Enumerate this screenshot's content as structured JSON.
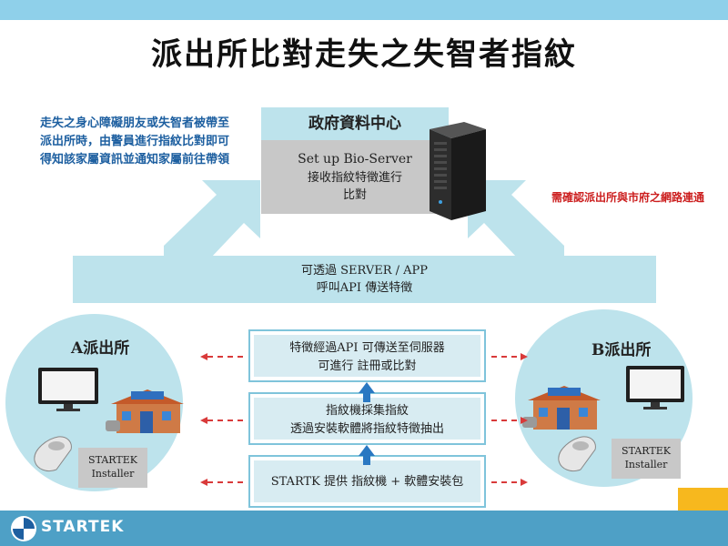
{
  "slide": {
    "title": "派出所比對走失之失智者指紋",
    "note_left": "走失之身心障礙朋友或失智者被帶至派出所時，由警員進行指紋比對即可得知該家屬資訊並通知家屬前往帶領",
    "note_right": "需確認派出所與市府之網路連通",
    "center": {
      "heading": "政府資料中心",
      "line1": "Set up Bio-Server",
      "line2": "接收指紋特徵進行",
      "line3": "比對"
    },
    "band": {
      "line1": "可透過 SERVER / APP",
      "line2": "呼叫API 傳送特徵"
    },
    "station_a": {
      "title": "A派出所",
      "installer_line1": "STARTEK",
      "installer_line2": "Installer"
    },
    "station_b": {
      "title": "B派出所",
      "installer_line1": "STARTEK",
      "installer_line2": "Installer"
    },
    "steps": [
      {
        "line1": "特徵經過API 可傳送至伺服器",
        "line2": "可進行 註冊或比對"
      },
      {
        "line1": "指紋機採集指紋",
        "line2": "透過安裝軟體將指紋特徵抽出"
      },
      {
        "line1": "STARTK 提供 指紋機 + 軟體安裝包",
        "line2": ""
      }
    ],
    "brand": "STARTEK",
    "colors": {
      "accent": "#bde3ec",
      "note_blue": "#1d5fa0",
      "note_red": "#cc1f1f",
      "arrow_blue": "#2a78c2",
      "dash_red": "#d93a3a"
    }
  }
}
